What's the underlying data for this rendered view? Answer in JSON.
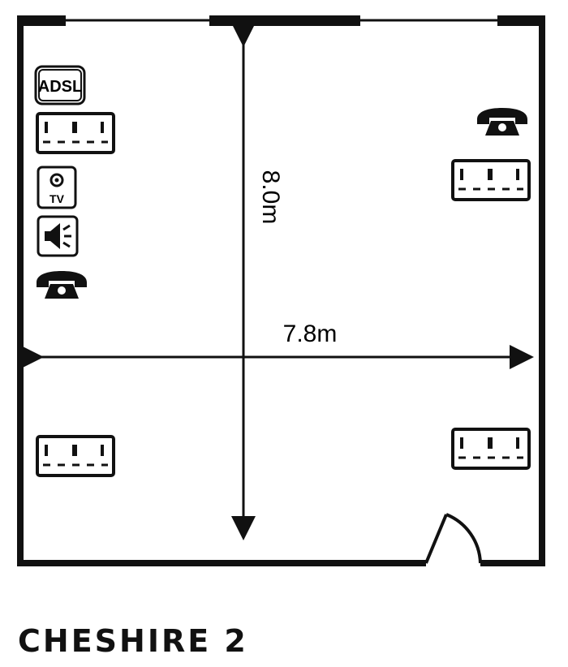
{
  "room": {
    "name": "CHESHIRE 2",
    "length_label": "8.0m",
    "width_label": "7.8m"
  },
  "icons": {
    "adsl_label": "ADSL",
    "tv_label": "TV"
  },
  "colors": {
    "ink": "#111111",
    "background": "#ffffff"
  }
}
